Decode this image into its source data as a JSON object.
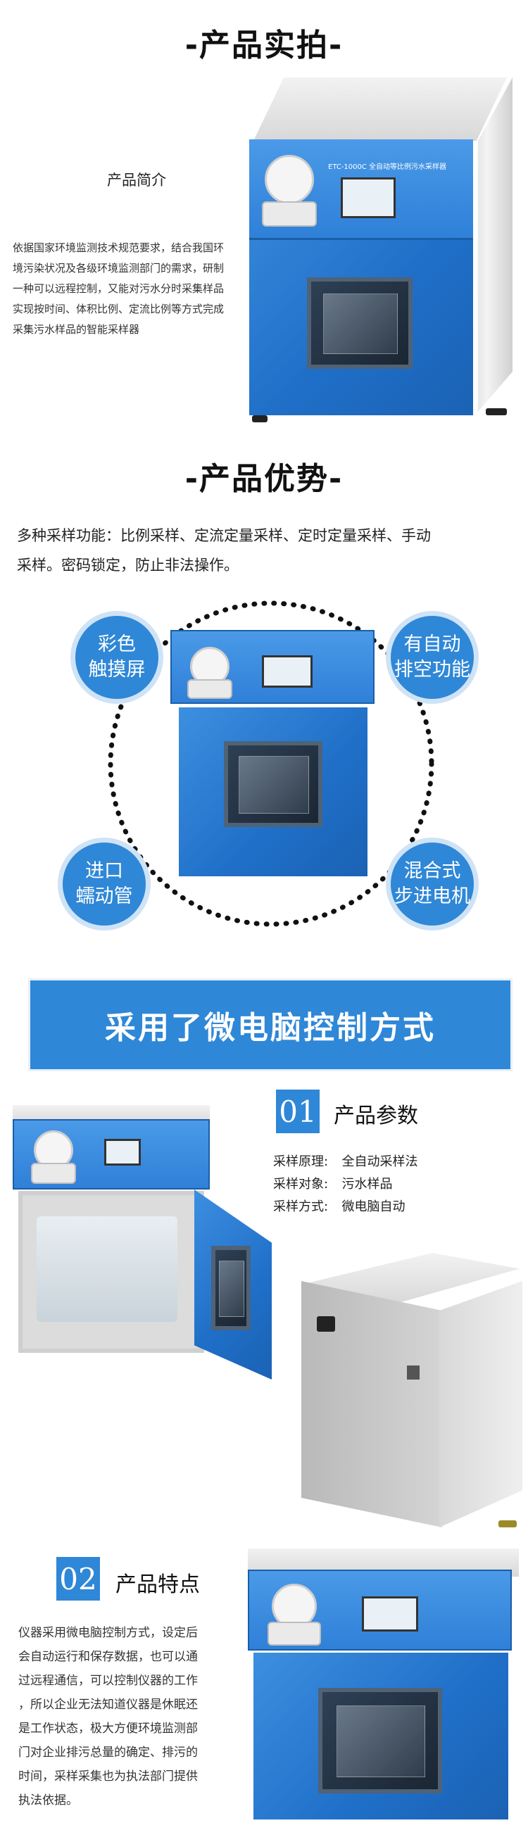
{
  "section1": {
    "title": "-产品实拍-",
    "intro_heading": "产品简介",
    "intro_lines": [
      "依据国家环境监测技术规范要求，结合我国环",
      "境污染状况及各级环境监测部门的需求，研制",
      "一种可以远程控制，又能对污水分时采集样品",
      "实现按时间、体积比例、定流比例等方式完成",
      "采集污水样品的智能采样器"
    ],
    "device_model_label": "ETC-1000C 全自动等比例污水采样器"
  },
  "section2": {
    "title": "-产品优势-",
    "desc_line1": "多种采样功能：比例采样、定流定量采样、定时定量采样、手动",
    "desc_line2": "采样。密码锁定，防止非法操作。",
    "badges": {
      "top_left": [
        "彩色",
        "触摸屏"
      ],
      "top_right": [
        "有自动",
        "排空功能"
      ],
      "bottom_left": [
        "进口",
        "蠕动管"
      ],
      "bottom_right": [
        "混合式",
        "步进电机"
      ]
    }
  },
  "banner": {
    "text": "采用了微电脑控制方式"
  },
  "params": {
    "number": "01",
    "heading": "产品参数",
    "rows": [
      {
        "label": "采样原理:",
        "value": "全自动采样法"
      },
      {
        "label": "采样对象:",
        "value": "污水样品"
      },
      {
        "label": "采样方式:",
        "value": "微电脑自动"
      }
    ]
  },
  "features": {
    "number": "02",
    "heading": "产品特点",
    "lines": [
      "仪器采用微电脑控制方式，设定后",
      "会自动运行和保存数据，也可以通",
      "过远程通信，可以控制仪器的工作",
      "，所以企业无法知道仪器是休眠还",
      "是工作状态，极大方便环境监测部",
      "门对企业排污总量的确定、排污的",
      "时间，采样采集也为执法部门提供",
      "执法依据。"
    ]
  },
  "colors": {
    "accent_blue": "#2f87d7",
    "dotted_circle": "#111111"
  }
}
